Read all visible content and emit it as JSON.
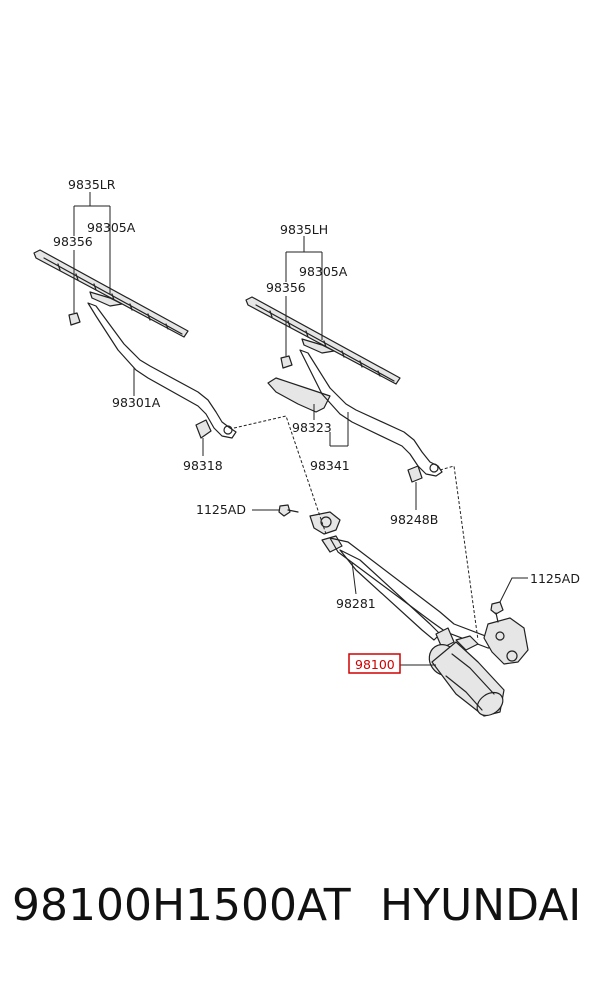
{
  "labels": {
    "l_9835lr": "9835LR",
    "l_98305a_left": "98305A",
    "l_98356_left": "98356",
    "l_98301a": "98301A",
    "l_98318": "98318",
    "l_9835lh": "9835LH",
    "l_98305a_right": "98305A",
    "l_98356_right": "98356",
    "l_98323": "98323",
    "l_98341": "98341",
    "l_98248b": "98248B",
    "l_1125ad_left": "1125AD",
    "l_1125ad_right": "1125AD",
    "l_98281": "98281",
    "l_98100": "98100"
  },
  "highlight": {
    "color": "#d00000"
  },
  "footer": {
    "part_number": "98100H1500AT",
    "brand": "HYUNDAI"
  }
}
